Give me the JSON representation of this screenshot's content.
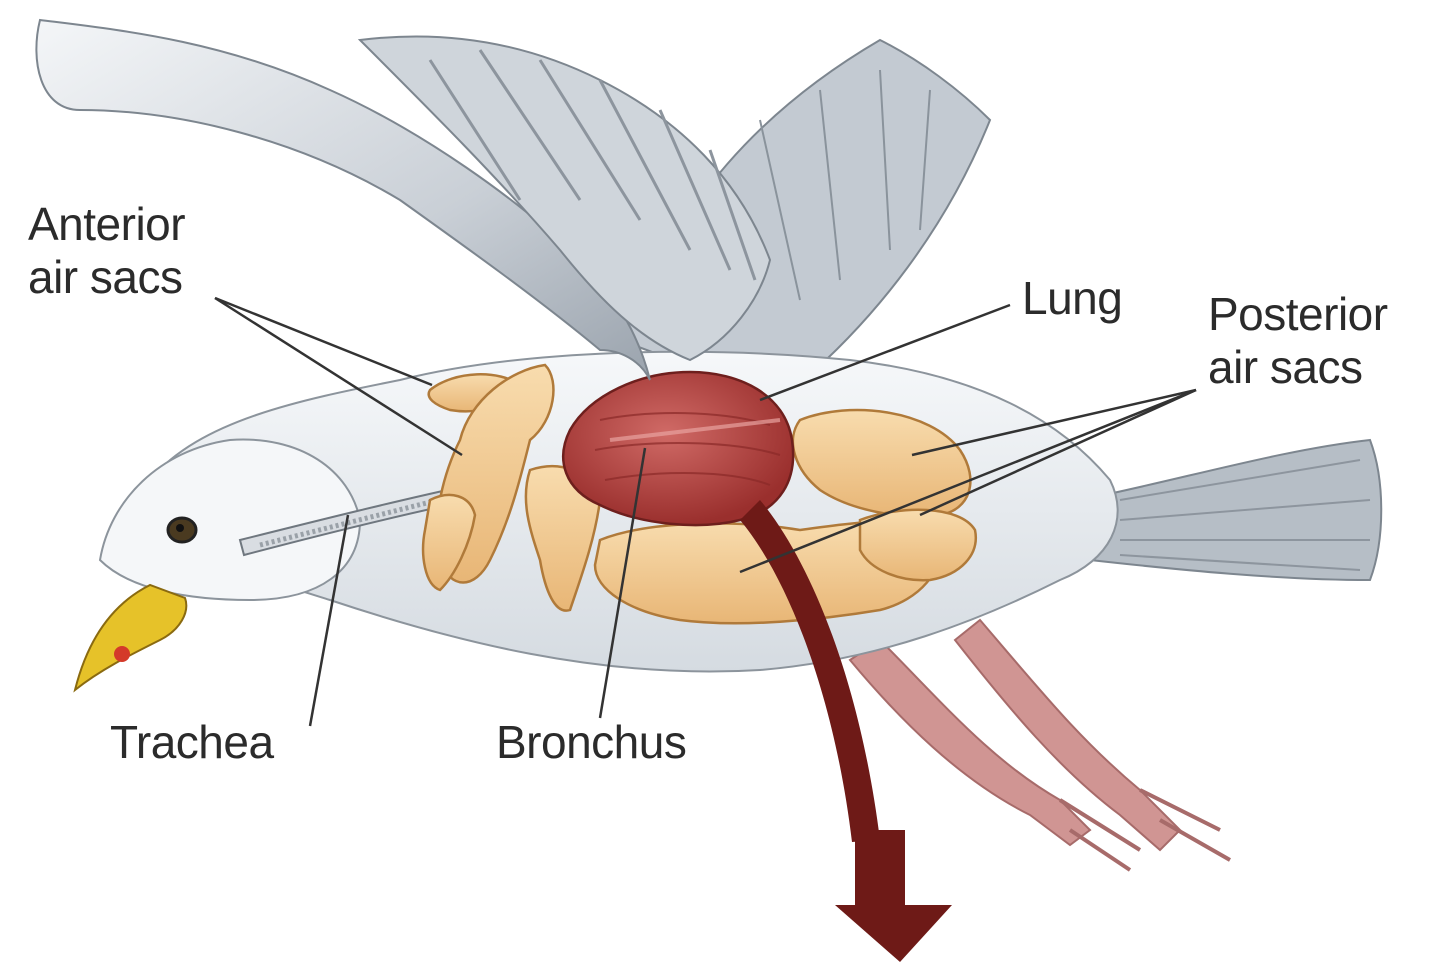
{
  "labels": {
    "anterior_line1": "Anterior",
    "anterior_line2": "air sacs",
    "lung": "Lung",
    "posterior_line1": "Posterior",
    "posterior_line2": "air sacs",
    "trachea": "Trachea",
    "bronchus": "Bronchus"
  },
  "colors": {
    "air_sac": "#f2c98f",
    "air_sac_outline": "#b07a3a",
    "lung": "#b8413f",
    "arrow": "#6e1a17",
    "beak": "#e6c229",
    "body": "#eef1f4",
    "wing": "#b9c0c8",
    "legs": "#c98482",
    "leader_lines": "#333333"
  }
}
